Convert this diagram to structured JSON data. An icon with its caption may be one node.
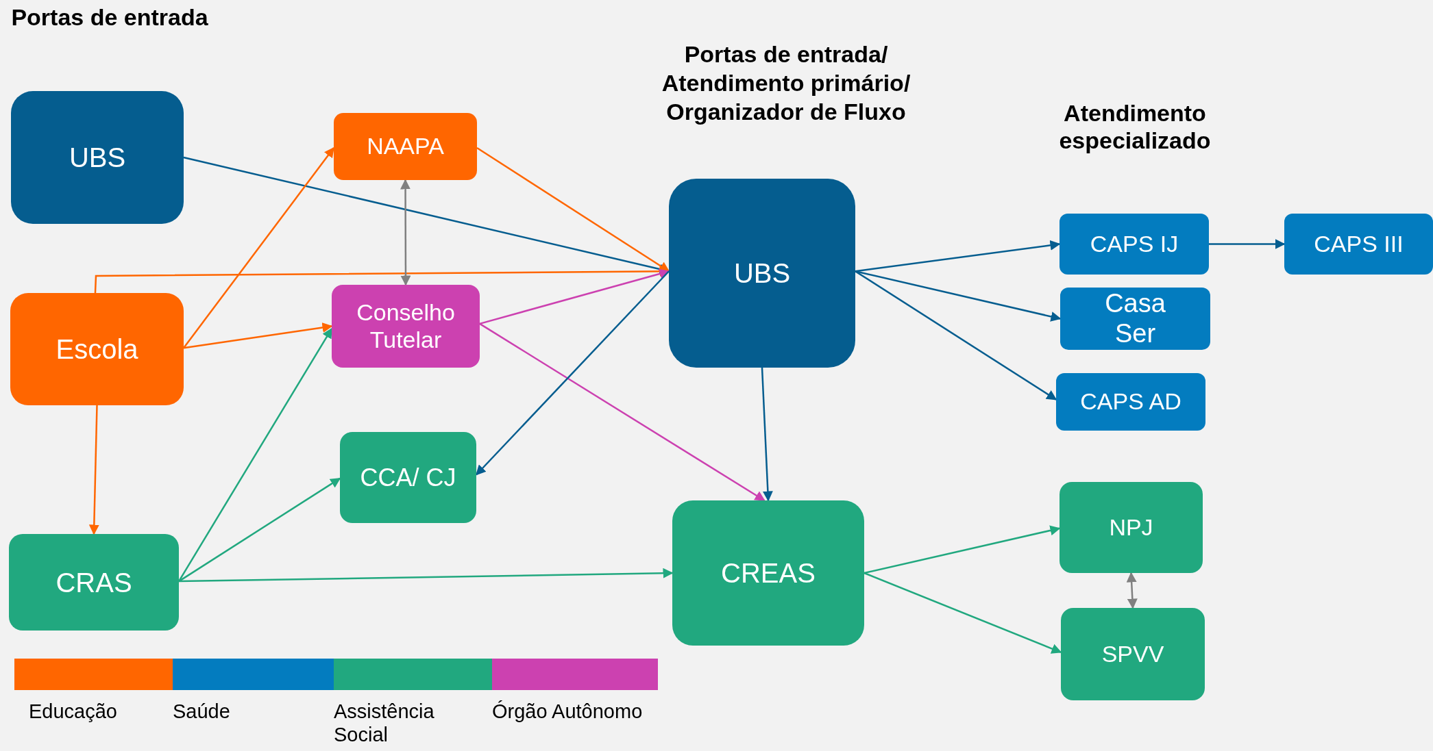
{
  "diagram": {
    "nodes": [
      {
        "text": [
          "UBS"
        ]
      },
      {
        "text": [
          "NAAPA"
        ]
      },
      {
        "text": [
          "Escola"
        ]
      },
      {
        "text": [
          "Conselho Tutelar"
        ]
      },
      {
        "text": [
          "CCA/ CJ"
        ]
      },
      {
        "text": [
          "CRAS"
        ]
      },
      {
        "text": [
          "UBS"
        ]
      },
      {
        "text": [
          "CREAS"
        ]
      },
      {
        "text": [
          "CAPS IJ"
        ]
      },
      {
        "text": [
          "CAPS III"
        ]
      },
      {
        "text": [
          "Casa Ser"
        ]
      },
      {
        "text": [
          "CAPS AD"
        ]
      },
      {
        "text": [
          "NPJ"
        ]
      },
      {
        "text": [
          "SPVV"
        ]
      }
    ],
    "edges": [
      {
        "from": 0,
        "to": 6,
        "arrow": "to"
      },
      {
        "from": 1,
        "to": 6,
        "arrow": "to",
        "color": "#ff6600"
      },
      {
        "from": 2,
        "to": 6,
        "arrow": "to",
        "color": "#ff6600"
      },
      {
        "from": 2,
        "to": 1,
        "arrow": "to",
        "color": "#ff6600"
      },
      {
        "from": 2,
        "to": 3,
        "arrow": "to",
        "color": "#ff6600"
      },
      {
        "from": 1,
        "to": 3,
        "arrow": "both",
        "color": "#808080"
      },
      {
        "from": 3,
        "to": 6,
        "arrow": "to",
        "color": "#cc41b0"
      },
      {
        "from": 3,
        "to": 7,
        "arrow": "to",
        "color": "#cc41b0"
      },
      {
        "from": 6,
        "to": 4,
        "arrow": "to"
      },
      {
        "from": 2,
        "to": 5,
        "arrow": "to",
        "color": "#ff6600"
      },
      {
        "from": 5,
        "to": 3,
        "arrow": "to",
        "color": "#21a87f"
      },
      {
        "from": 5,
        "to": 4,
        "arrow": "to",
        "color": "#21a87f"
      },
      {
        "from": 5,
        "to": 7,
        "arrow": "to",
        "color": "#21a87f"
      },
      {
        "from": 6,
        "to": 7,
        "arrow": "to"
      },
      {
        "from": 6,
        "to": 8,
        "arrow": "to"
      },
      {
        "from": 6,
        "to": 10,
        "arrow": "to"
      },
      {
        "from": 6,
        "to": 11,
        "arrow": "to"
      },
      {
        "from": 8,
        "to": 9,
        "arrow": "to"
      },
      {
        "from": 7,
        "to": 12,
        "arrow": "to",
        "color": "#21a87f"
      },
      {
        "from": 7,
        "to": 13,
        "arrow": "to",
        "color": "#21a87f"
      },
      {
        "from": 12,
        "to": 13,
        "arrow": "both",
        "color": "#808080"
      }
    ],
    "labels": [
      "Portas de entrada",
      "Portas de entrada/ Atendimento primário/ Organizador de Fluxo",
      "Atendimento especializado"
    ],
    "legend": [
      {
        "text": "Educação",
        "color": "#ff6600"
      },
      {
        "text": "Saúde",
        "color": "#037cbf"
      },
      {
        "text": "Assistência Social",
        "color": "#21a87f"
      },
      {
        "text": "Órgão Autônomo",
        "color": "#cc41b0"
      }
    ]
  }
}
